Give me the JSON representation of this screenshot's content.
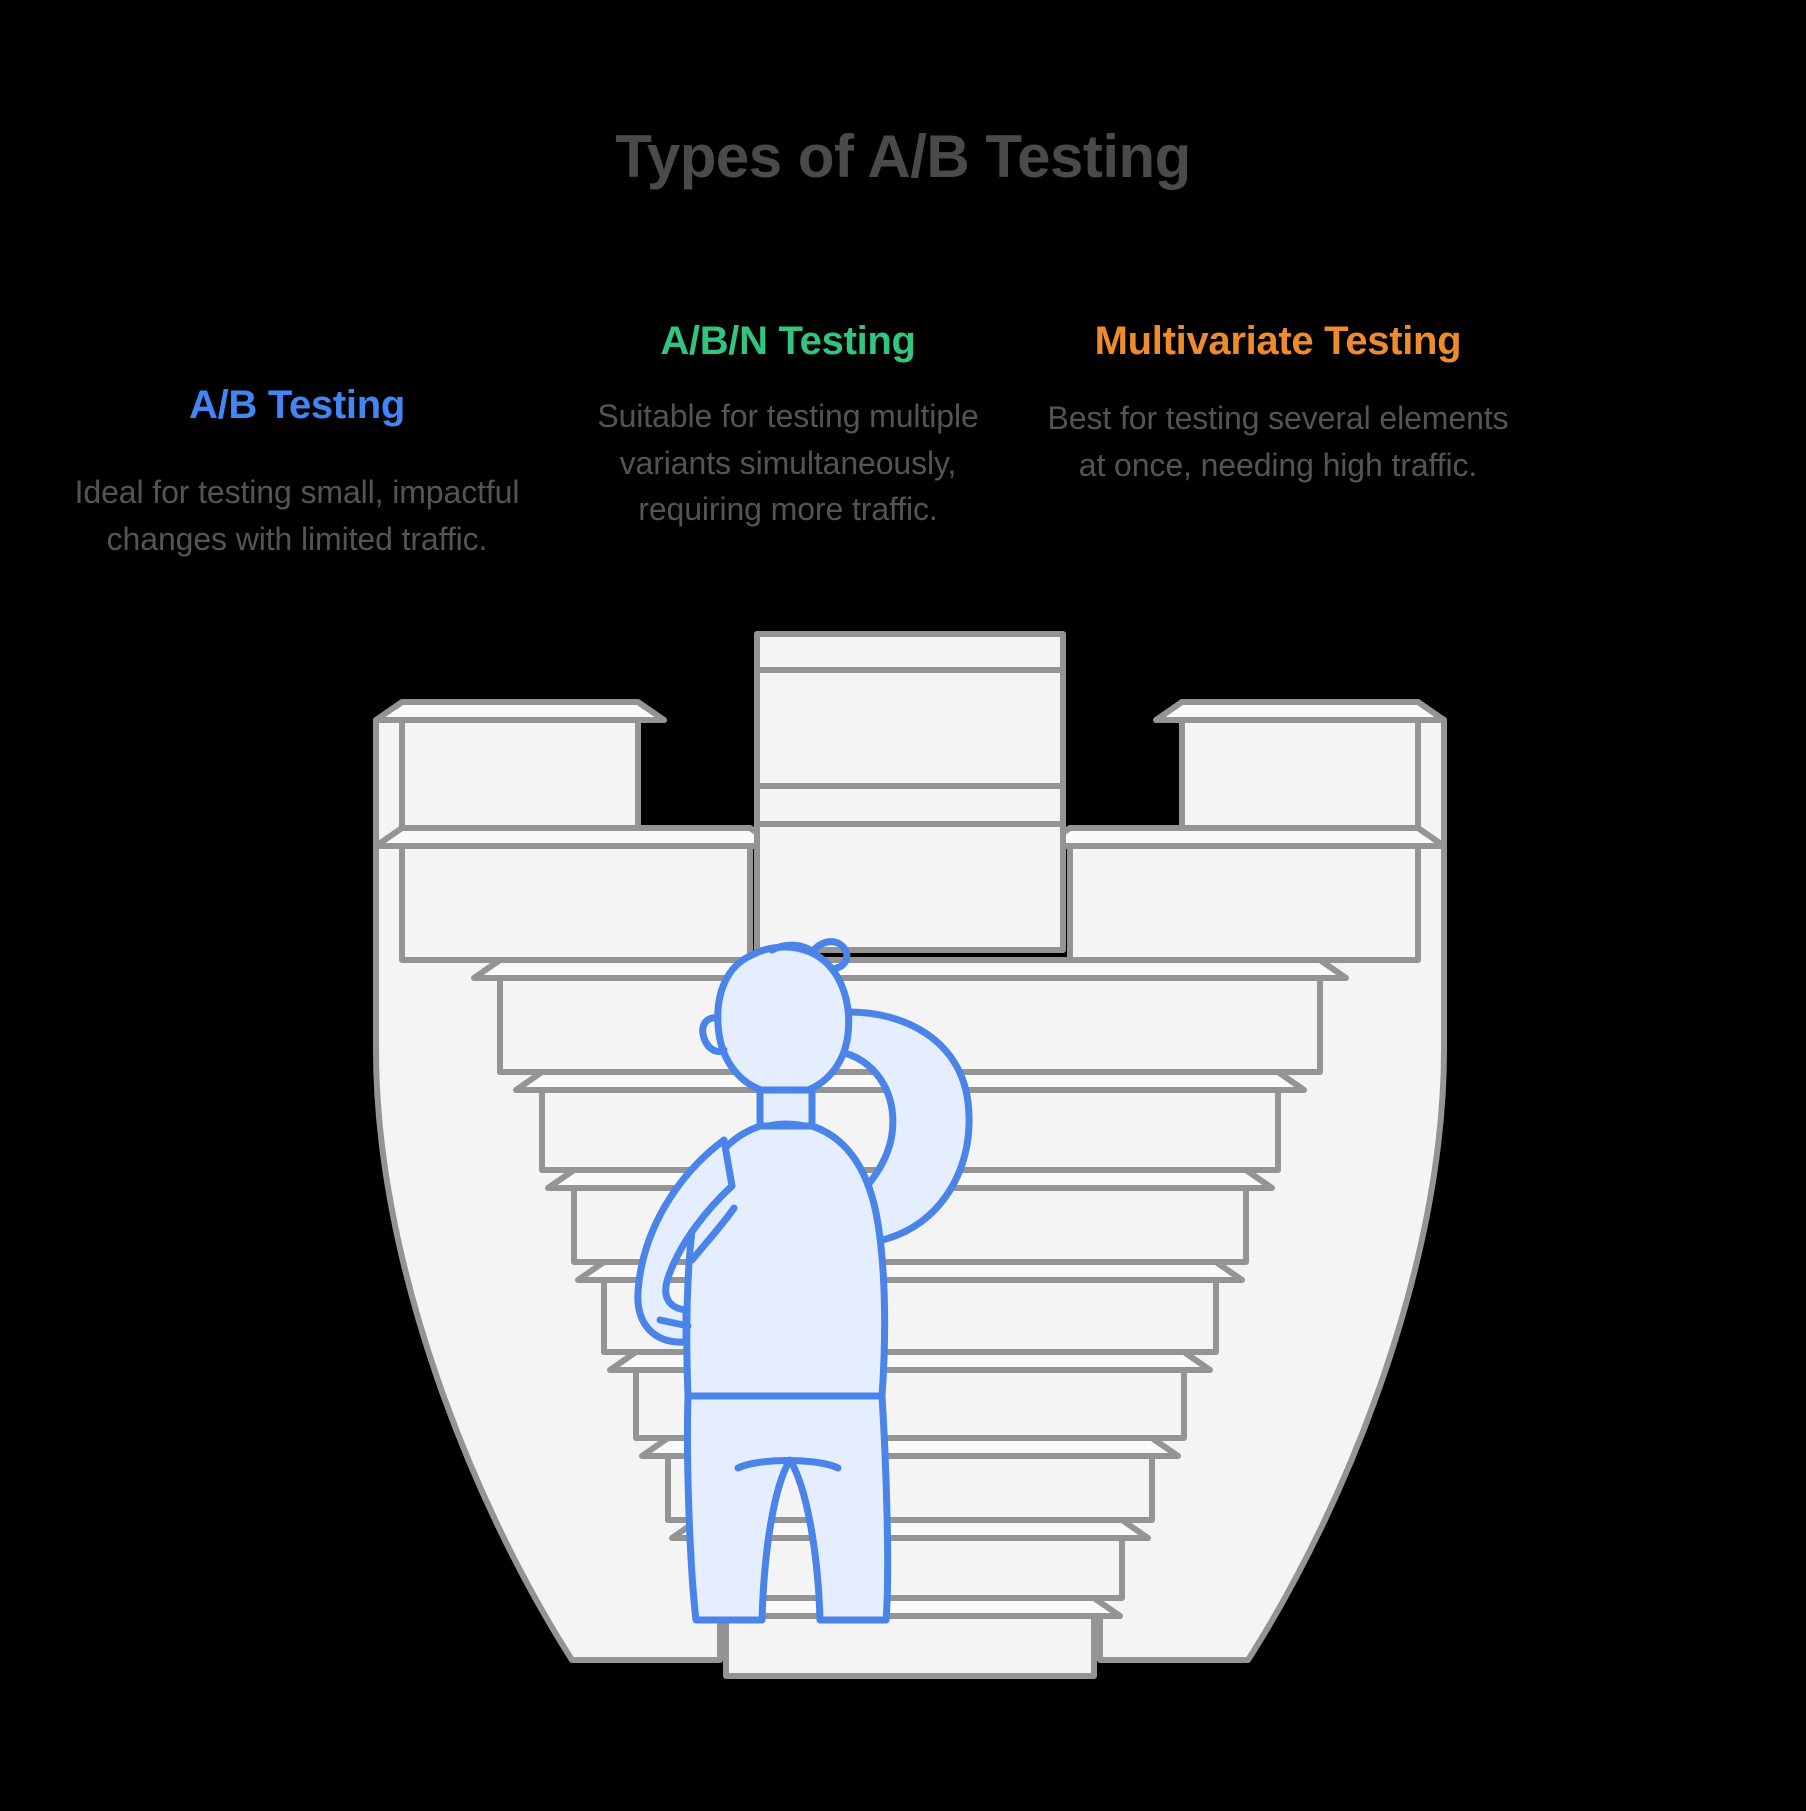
{
  "page": {
    "title": "Types of A/B Testing",
    "background_color": "#000000",
    "title_color": "#4a4a4a",
    "body_text_color": "#545454"
  },
  "columns": [
    {
      "id": "ab",
      "heading": "A/B Testing",
      "heading_color": "#4285f4",
      "body": "Ideal for testing small, impactful changes with limited traffic."
    },
    {
      "id": "abn",
      "heading": "A/B/N Testing",
      "heading_color": "#31c57f",
      "body": "Suitable for testing multiple variants simultaneously, requiring more traffic."
    },
    {
      "id": "multivariate",
      "heading": "Multivariate Testing",
      "heading_color": "#ed8b2d",
      "body": "Best for testing several elements at once, needing high traffic."
    }
  ],
  "illustration": {
    "name": "staircase-with-person-illustration",
    "description": "Symmetric grey staircase rising toward three pillars with a blue line-art person standing at the base scratching their head",
    "step_fill": "#f4f4f4",
    "step_stroke": "#949494",
    "person_fill": "#e5eeff",
    "person_stroke": "#4a84e8"
  }
}
